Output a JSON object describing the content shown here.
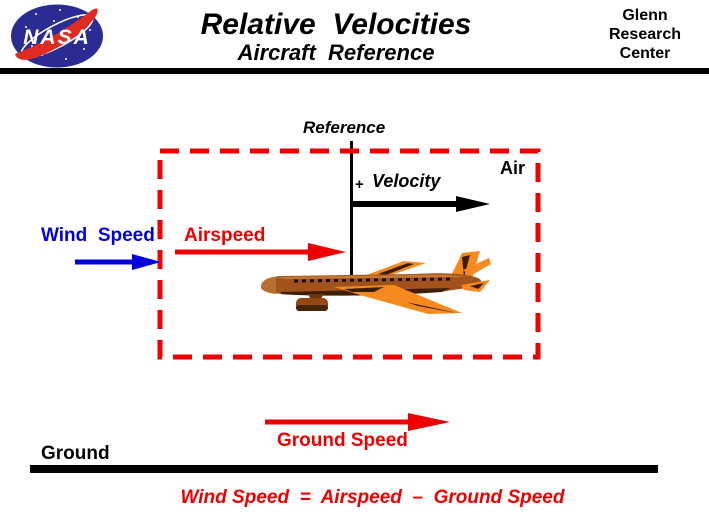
{
  "header": {
    "logo_text": "NASA",
    "title": "Relative  Velocities",
    "subtitle": "Aircraft  Reference",
    "org_name": "Glenn\nResearch\nCenter"
  },
  "diagram": {
    "reference_label": "Reference",
    "air_label": "Air",
    "plus_sign": "+",
    "velocity_label": "Velocity",
    "wind_speed_label": "Wind  Speed",
    "airspeed_label": "Airspeed",
    "ground_speed_label": "Ground Speed",
    "ground_label": "Ground",
    "equation": "Wind Speed  =  Airspeed  –  Ground Speed"
  },
  "colors": {
    "red": "#ee0000",
    "blue": "#0000dd",
    "black": "#000000",
    "logo_blue": "#2b2b94",
    "logo_red": "#e02b20",
    "plane_brown": "#a2531b",
    "plane_orange": "#f68a1e"
  }
}
